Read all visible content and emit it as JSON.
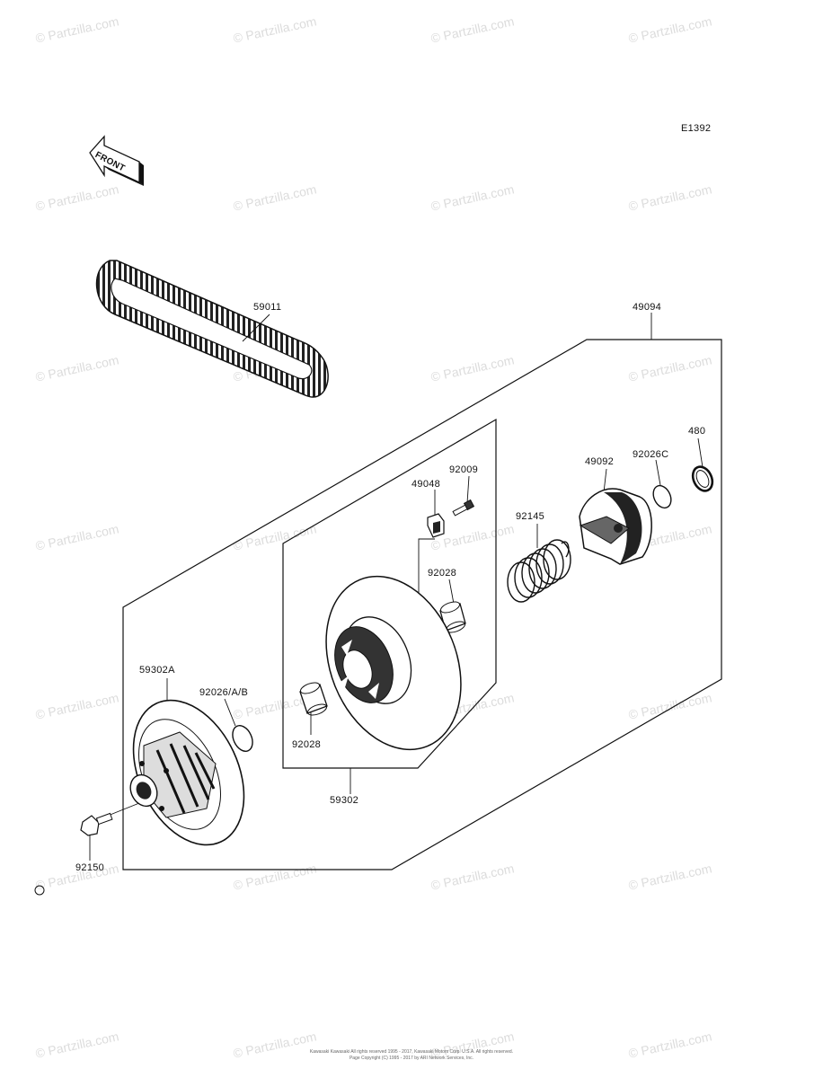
{
  "diagram": {
    "code": "E1392",
    "front_label": "FRONT",
    "parts": {
      "belt": "59011",
      "pulley_assy": "49094",
      "ring_480": "480",
      "spring_seat": "49092",
      "ring_92026c": "92026C",
      "bolt_92009": "92009",
      "cam_49048": "49048",
      "spring": "92145",
      "bushing_upper": "92028",
      "bushing_lower": "92028",
      "fixed_sheave": "59302A",
      "ring_92026": "92026/A/B",
      "movable_sheave_assy": "59302",
      "bolt_front": "92150"
    },
    "watermark": "© Partzilla.com",
    "footer": {
      "line1": "Kawasaki Kawasaki All rights reserved 1995 - 2017, Kawasaki Motors Corp. U.S.A. All rights reserved.",
      "line2": "Page Copyright (C) 1995 - 2017 by ARI Network Services, Inc."
    }
  }
}
